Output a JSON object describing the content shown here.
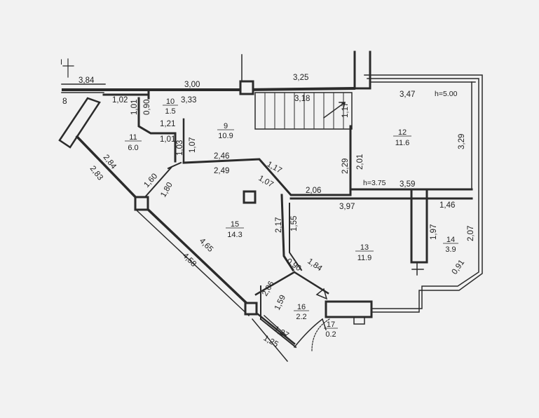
{
  "rooms": [
    {
      "id": "9",
      "number": "9",
      "area": "10.9"
    },
    {
      "id": "10",
      "number": "10",
      "area": "1.5"
    },
    {
      "id": "11",
      "number": "11",
      "area": "6.0"
    },
    {
      "id": "12",
      "number": "12",
      "area": "11.6"
    },
    {
      "id": "13",
      "number": "13",
      "area": "11.9"
    },
    {
      "id": "14",
      "number": "14",
      "area": "3.9"
    },
    {
      "id": "15",
      "number": "15",
      "area": "14.3"
    },
    {
      "id": "16",
      "number": "16",
      "area": "2.2"
    },
    {
      "id": "17",
      "number": "17",
      "area": "0.2"
    }
  ],
  "dimensions": [
    "3,84",
    "3,00",
    "3,25",
    "1,02",
    "3,33",
    "0,90",
    "1,01",
    "1,21",
    "1,01",
    "1,03",
    "1,07",
    "3,18",
    "1,17",
    "3,47",
    "3,29",
    "2,29",
    "2,01",
    "2,46",
    "2,49",
    "1,17",
    "1,07",
    "2,06",
    "3,59",
    "3,97",
    "1,46",
    "2,84",
    "2,83",
    "1,60",
    "1,80",
    "2,17",
    "1,55",
    "1,97",
    "2,07",
    "0,91",
    "4,65",
    "4,58",
    "0,90",
    "1,84",
    "2,06",
    "1,59",
    "1,27",
    "1,25"
  ],
  "heights": [
    "h=5.00",
    "h=3.75"
  ],
  "marks": {
    "section": "I",
    "edge": "8"
  }
}
